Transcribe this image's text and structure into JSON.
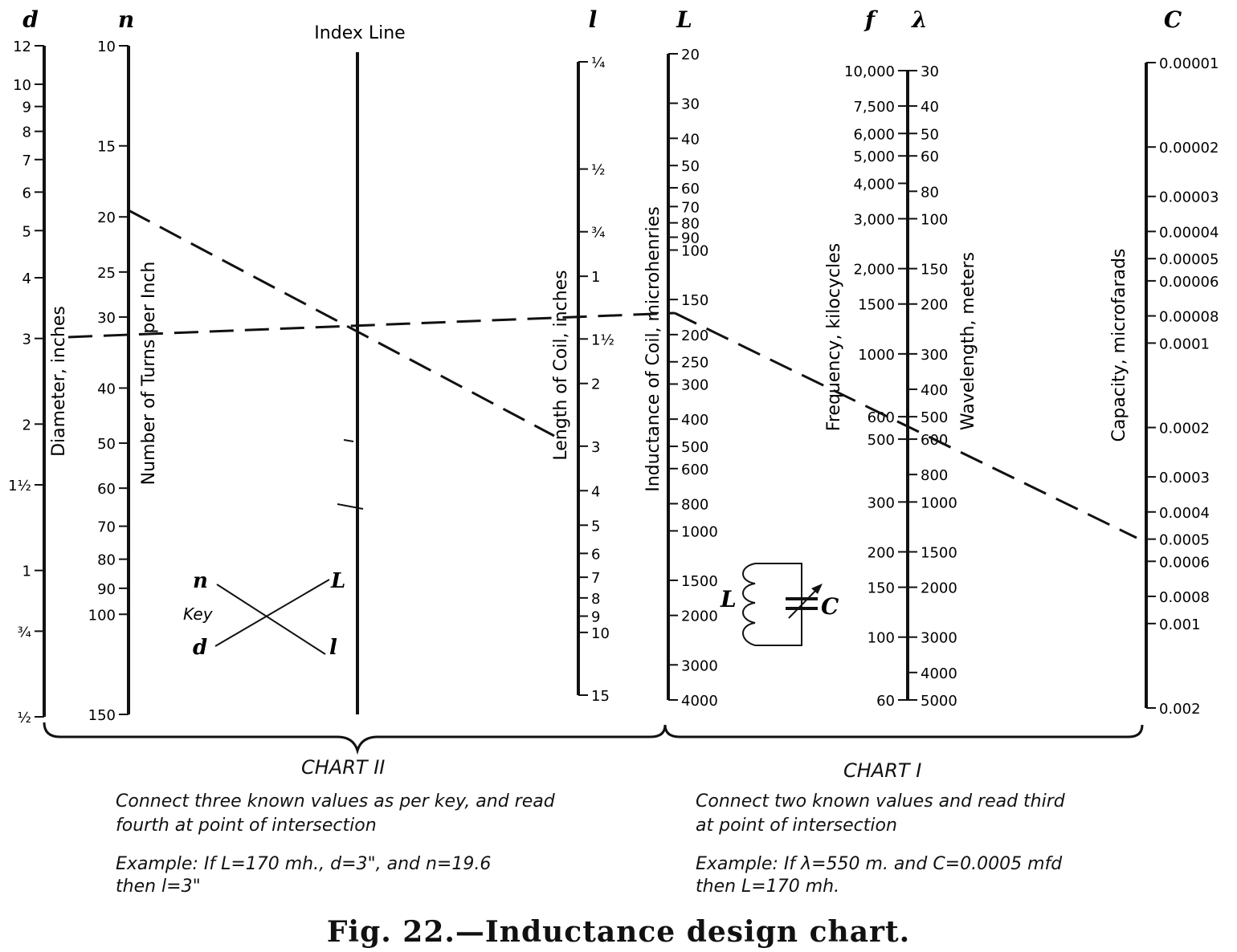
{
  "axes": [
    {
      "id": "d",
      "letter": "d",
      "title": "Diameter, inches",
      "ticks": [
        {
          "v": 12,
          "label": "12"
        },
        {
          "v": 10,
          "label": "10"
        },
        {
          "v": 9,
          "label": "9"
        },
        {
          "v": 8,
          "label": "8"
        },
        {
          "v": 7,
          "label": "7"
        },
        {
          "v": 6,
          "label": "6"
        },
        {
          "v": 5,
          "label": "5"
        },
        {
          "v": 4,
          "label": "4"
        },
        {
          "v": 3,
          "label": "3"
        },
        {
          "v": 2,
          "label": "2"
        },
        {
          "v": 1.5,
          "label": "1½"
        },
        {
          "v": 1,
          "label": "1"
        },
        {
          "v": 0.75,
          "label": "¾"
        },
        {
          "v": 0.5,
          "label": "½"
        }
      ]
    },
    {
      "id": "n",
      "letter": "n",
      "title": "Number of Turns per Inch",
      "ticks": [
        {
          "v": 10,
          "label": "10"
        },
        {
          "v": 15,
          "label": "15"
        },
        {
          "v": 20,
          "label": "20"
        },
        {
          "v": 25,
          "label": "25"
        },
        {
          "v": 30,
          "label": "30"
        },
        {
          "v": 40,
          "label": "40"
        },
        {
          "v": 50,
          "label": "50"
        },
        {
          "v": 60,
          "label": "60"
        },
        {
          "v": 70,
          "label": "70"
        },
        {
          "v": 80,
          "label": "80"
        },
        {
          "v": 90,
          "label": "90"
        },
        {
          "v": 100,
          "label": "100"
        },
        {
          "v": 150,
          "label": "150"
        }
      ]
    },
    {
      "id": "index",
      "letter": "",
      "title": "Index Line",
      "ticks": []
    },
    {
      "id": "l",
      "letter": "l",
      "title": "Length of Coil, inches",
      "ticks": [
        {
          "v": 0.25,
          "label": "¼"
        },
        {
          "v": 0.5,
          "label": "½"
        },
        {
          "v": 0.75,
          "label": "¾"
        },
        {
          "v": 1,
          "label": "1"
        },
        {
          "v": 1.5,
          "label": "1½"
        },
        {
          "v": 2,
          "label": "2"
        },
        {
          "v": 3,
          "label": "3"
        },
        {
          "v": 4,
          "label": "4"
        },
        {
          "v": 5,
          "label": "5"
        },
        {
          "v": 6,
          "label": "6"
        },
        {
          "v": 7,
          "label": "7"
        },
        {
          "v": 8,
          "label": "8"
        },
        {
          "v": 9,
          "label": "9"
        },
        {
          "v": 10,
          "label": "10"
        },
        {
          "v": 15,
          "label": "15"
        }
      ]
    },
    {
      "id": "L",
      "letter": "L",
      "title": "Inductance of Coil, microhenries",
      "ticks": [
        {
          "v": 20,
          "label": "20"
        },
        {
          "v": 30,
          "label": "30"
        },
        {
          "v": 40,
          "label": "40"
        },
        {
          "v": 50,
          "label": "50"
        },
        {
          "v": 60,
          "label": "60"
        },
        {
          "v": 70,
          "label": "70"
        },
        {
          "v": 80,
          "label": "80"
        },
        {
          "v": 90,
          "label": "90"
        },
        {
          "v": 100,
          "label": "100"
        },
        {
          "v": 150,
          "label": "150"
        },
        {
          "v": 200,
          "label": "200"
        },
        {
          "v": 250,
          "label": "250"
        },
        {
          "v": 300,
          "label": "300"
        },
        {
          "v": 400,
          "label": "400"
        },
        {
          "v": 500,
          "label": "500"
        },
        {
          "v": 600,
          "label": "600"
        },
        {
          "v": 800,
          "label": "800"
        },
        {
          "v": 1000,
          "label": "1000"
        },
        {
          "v": 1500,
          "label": "1500"
        },
        {
          "v": 2000,
          "label": "2000"
        },
        {
          "v": 3000,
          "label": "3000"
        },
        {
          "v": 4000,
          "label": "4000"
        }
      ]
    },
    {
      "id": "f",
      "letter": "f",
      "title": "Frequency, kilocycles",
      "ticks": [
        {
          "v": 10000,
          "label": "10,000"
        },
        {
          "v": 7500,
          "label": "7,500"
        },
        {
          "v": 6000,
          "label": "6,000"
        },
        {
          "v": 5000,
          "label": "5,000"
        },
        {
          "v": 4000,
          "label": "4,000"
        },
        {
          "v": 3000,
          "label": "3,000"
        },
        {
          "v": 2000,
          "label": "2,000"
        },
        {
          "v": 1500,
          "label": "1500"
        },
        {
          "v": 1000,
          "label": "1000"
        },
        {
          "v": 600,
          "label": "600"
        },
        {
          "v": 500,
          "label": "500"
        },
        {
          "v": 300,
          "label": "300"
        },
        {
          "v": 200,
          "label": "200"
        },
        {
          "v": 150,
          "label": "150"
        },
        {
          "v": 100,
          "label": "100"
        },
        {
          "v": 60,
          "label": "60"
        }
      ]
    },
    {
      "id": "lambda",
      "letter": "λ",
      "title": "Wavelength, meters",
      "ticks": [
        {
          "v": 30,
          "label": "30"
        },
        {
          "v": 40,
          "label": "40"
        },
        {
          "v": 50,
          "label": "50"
        },
        {
          "v": 60,
          "label": "60"
        },
        {
          "v": 80,
          "label": "80"
        },
        {
          "v": 100,
          "label": "100"
        },
        {
          "v": 150,
          "label": "150"
        },
        {
          "v": 200,
          "label": "200"
        },
        {
          "v": 300,
          "label": "300"
        },
        {
          "v": 400,
          "label": "400"
        },
        {
          "v": 500,
          "label": "500"
        },
        {
          "v": 600,
          "label": "600"
        },
        {
          "v": 800,
          "label": "800"
        },
        {
          "v": 1000,
          "label": "1000"
        },
        {
          "v": 1500,
          "label": "1500"
        },
        {
          "v": 2000,
          "label": "2000"
        },
        {
          "v": 3000,
          "label": "3000"
        },
        {
          "v": 4000,
          "label": "4000"
        },
        {
          "v": 5000,
          "label": "5000"
        }
      ]
    },
    {
      "id": "C",
      "letter": "C",
      "title": "Capacity, microfarads",
      "ticks": [
        {
          "v": 1e-05,
          "label": "0.00001"
        },
        {
          "v": 2e-05,
          "label": "0.00002"
        },
        {
          "v": 3e-05,
          "label": "0.00003"
        },
        {
          "v": 4e-05,
          "label": "0.00004"
        },
        {
          "v": 5e-05,
          "label": "0.00005"
        },
        {
          "v": 6e-05,
          "label": "0.00006"
        },
        {
          "v": 8e-05,
          "label": "0.00008"
        },
        {
          "v": 0.0001,
          "label": "0.0001"
        },
        {
          "v": 0.0002,
          "label": "0.0002"
        },
        {
          "v": 0.0003,
          "label": "0.0003"
        },
        {
          "v": 0.0004,
          "label": "0.0004"
        },
        {
          "v": 0.0005,
          "label": "0.0005"
        },
        {
          "v": 0.0006,
          "label": "0.0006"
        },
        {
          "v": 0.0008,
          "label": "0.0008"
        },
        {
          "v": 0.001,
          "label": "0.001"
        },
        {
          "v": 0.002,
          "label": "0.002"
        }
      ]
    }
  ],
  "key": {
    "label": "Key",
    "n": "n",
    "d": "d",
    "L": "L",
    "l": "l"
  },
  "circuit": {
    "L": "L",
    "C": "C"
  },
  "chart2": {
    "title": "CHART II",
    "instruction_1": "Connect three known values as per key, and read",
    "instruction_2": "fourth at point of intersection",
    "example_1": "Example: If L=170 mh., d=3\", and n=19.6",
    "example_2": "then l=3\""
  },
  "chart1": {
    "title": "CHART I",
    "instruction_1": "Connect two known values and read third",
    "instruction_2": "at point of intersection",
    "example_1": "Example: If λ=550 m. and C=0.0005 mfd",
    "example_2": "then L=170 mh."
  },
  "caption": "Fig. 22.—Inductance design chart."
}
